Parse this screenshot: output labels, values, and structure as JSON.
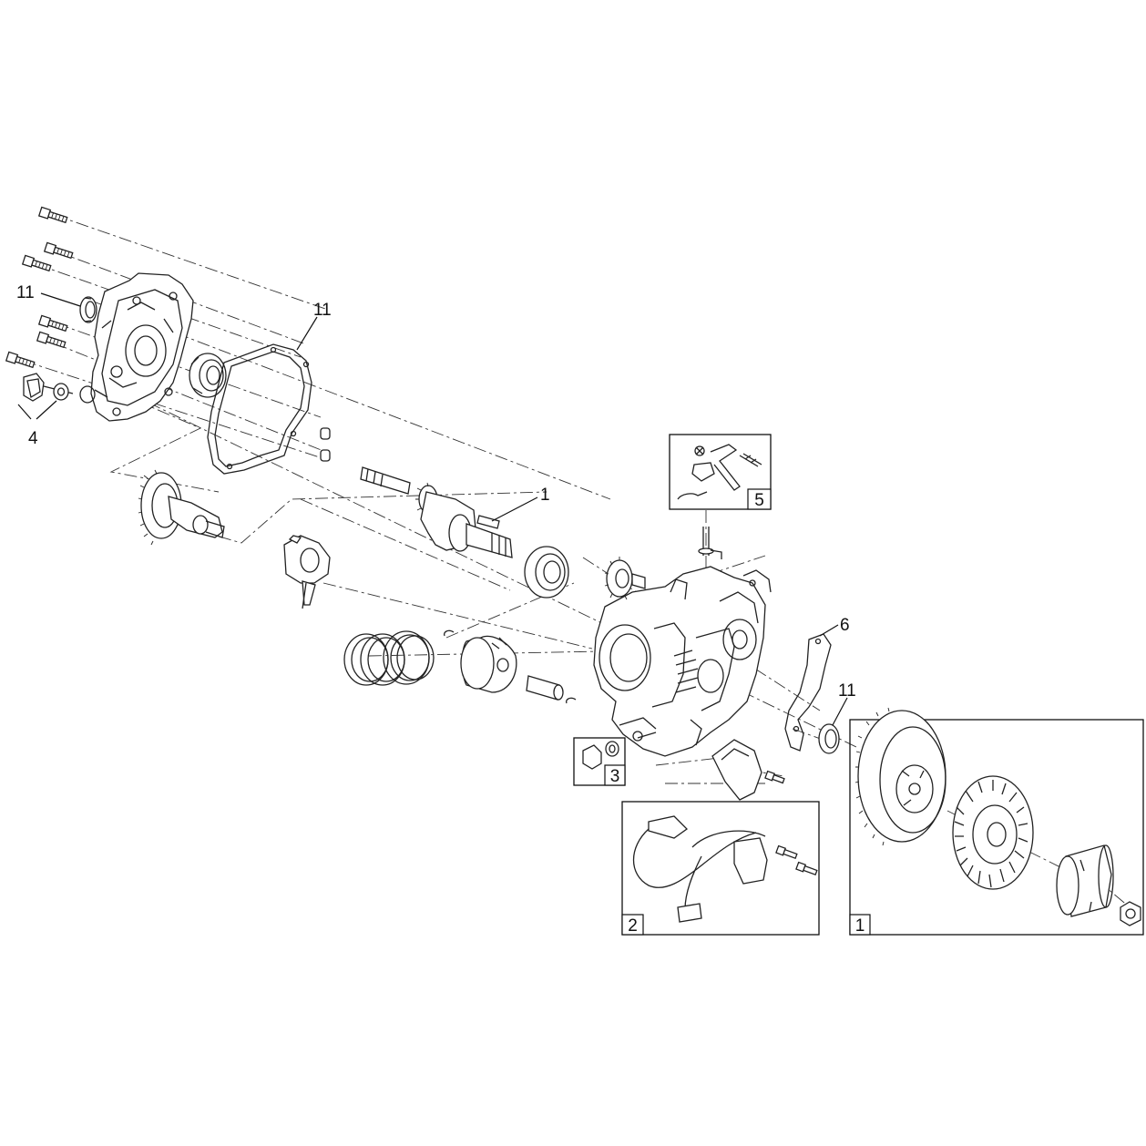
{
  "callouts": {
    "seal_top_left": "11",
    "gasket_cover": "11",
    "drain_plug": "4",
    "crankshaft": "1",
    "gasket_right": "6",
    "seal_right": "11"
  },
  "kits": {
    "governor": "5",
    "drain_bolt": "3",
    "ignition": "2",
    "flywheel": "1"
  }
}
